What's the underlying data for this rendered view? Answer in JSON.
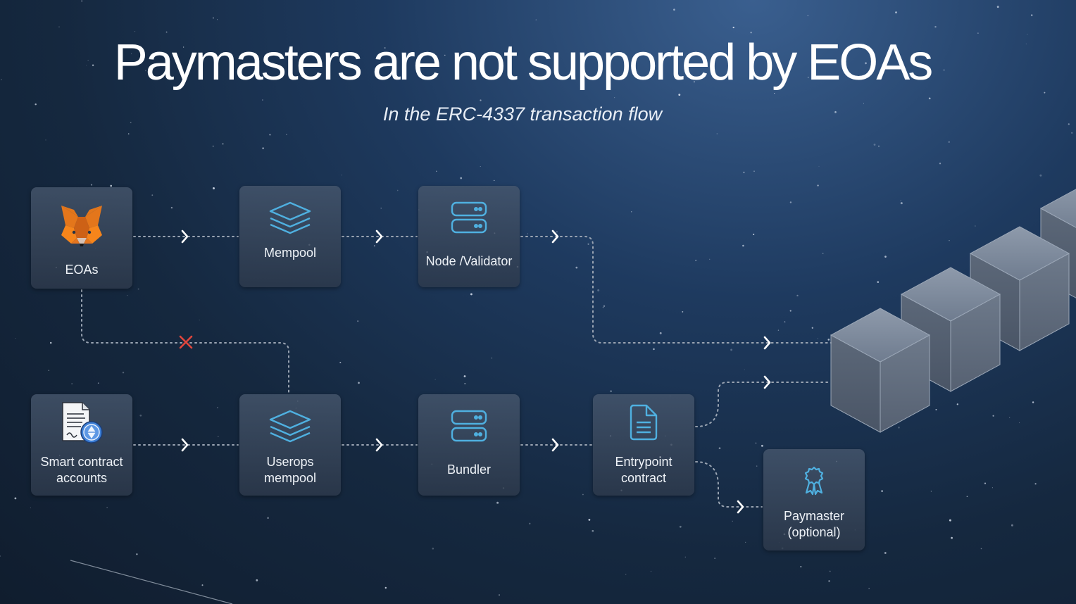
{
  "slide": {
    "title": "Paymasters are not supported by EOAs",
    "subtitle": "In the ERC-4337 transaction flow"
  },
  "nodes": {
    "eoas": {
      "label": "EOAs",
      "icon": "metamask-fox-icon"
    },
    "mempool": {
      "label": "Mempool",
      "icon": "layers-icon"
    },
    "node_validator": {
      "label": "Node /Validator",
      "icon": "server-icon"
    },
    "smart_contract_accounts": {
      "label": "Smart contract\naccounts",
      "icon": "contract-document-ethereum-icon"
    },
    "userops_mempool": {
      "label": "Userops\nmempool",
      "icon": "layers-icon"
    },
    "bundler": {
      "label": "Bundler",
      "icon": "server-icon"
    },
    "entrypoint_contract": {
      "label": "Entrypoint\ncontract",
      "icon": "document-icon"
    },
    "paymaster": {
      "label": "Paymaster\n(optional)",
      "icon": "award-ribbon-icon"
    }
  },
  "edges": [
    {
      "from": "EOAs",
      "to": "Mempool"
    },
    {
      "from": "Mempool",
      "to": "Node /Validator"
    },
    {
      "from": "Node /Validator",
      "to": "blockchain"
    },
    {
      "from": "EOAs",
      "to": "Userops mempool",
      "blocked": true
    },
    {
      "from": "Smart contract accounts",
      "to": "Userops mempool"
    },
    {
      "from": "Userops mempool",
      "to": "Bundler"
    },
    {
      "from": "Bundler",
      "to": "Entrypoint contract"
    },
    {
      "from": "Entrypoint contract",
      "to": "blockchain"
    },
    {
      "from": "Entrypoint contract",
      "to": "Paymaster (optional)"
    }
  ],
  "colors": {
    "accent_icon": "#4fb0e0",
    "blocked_marker": "#e2463c",
    "connector": "#9aa4b2"
  }
}
